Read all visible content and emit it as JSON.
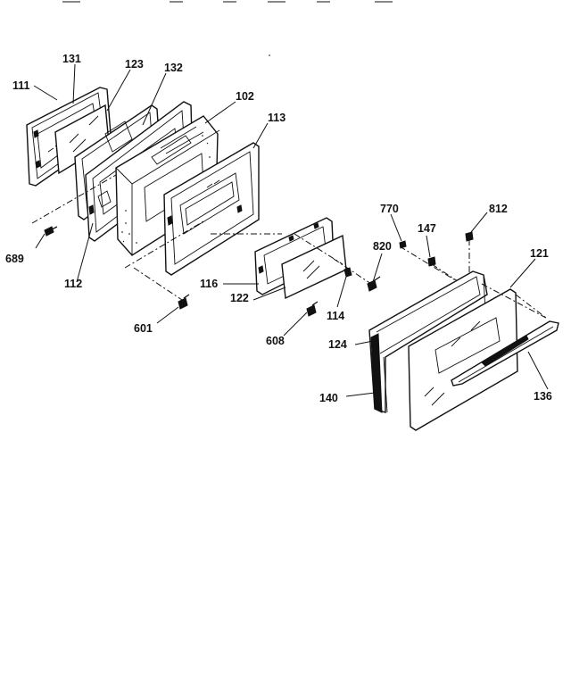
{
  "diagram": {
    "part_labels": {
      "p111": "111",
      "p131": "131",
      "p123": "123",
      "p132": "132",
      "p102": "102",
      "p113": "113",
      "p689": "689",
      "p112": "112",
      "p116": "116",
      "p601": "601",
      "p122": "122",
      "p114": "114",
      "p608": "608",
      "p820": "820",
      "p770": "770",
      "p147": "147",
      "p812": "812",
      "p121": "121",
      "p124": "124",
      "p140": "140",
      "p136": "136"
    }
  }
}
